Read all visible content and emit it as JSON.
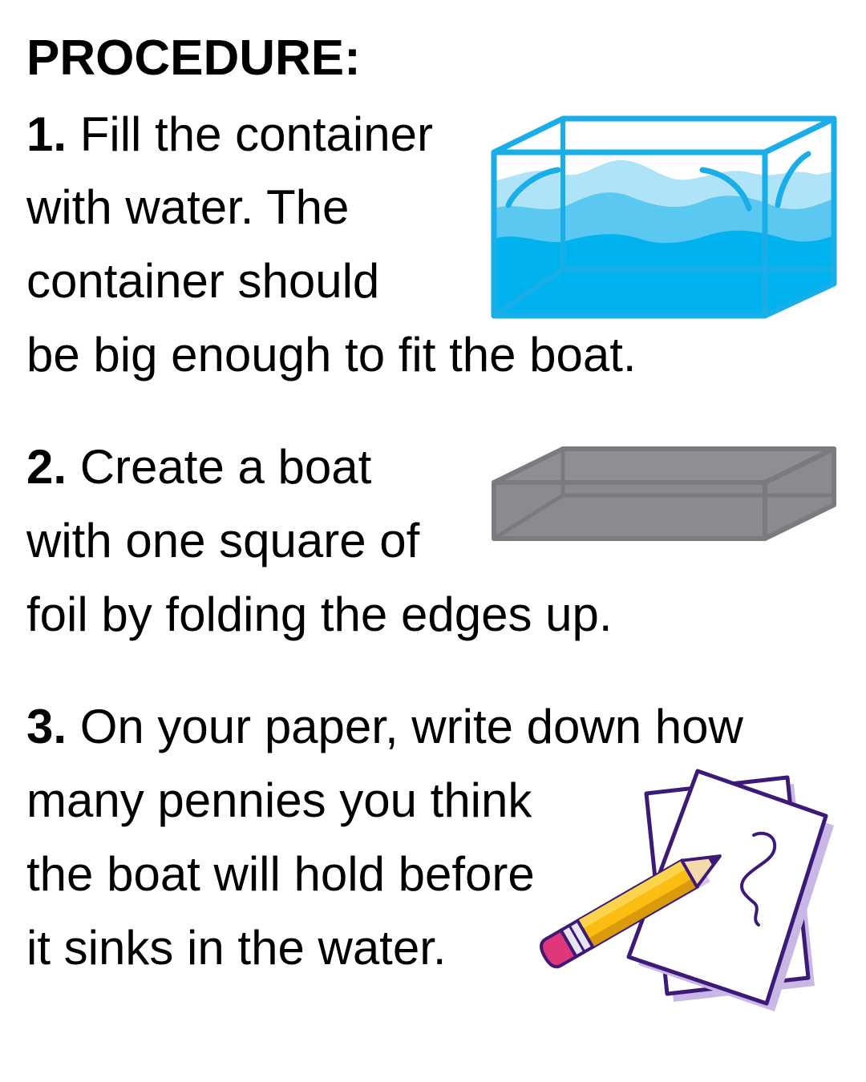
{
  "title": "PROCEDURE:",
  "steps": [
    {
      "number": "1.",
      "lines": [
        "Fill the container",
        "with water. The",
        "container should",
        "be big enough to fit the boat."
      ],
      "illustration": "water-container-icon"
    },
    {
      "number": "2.",
      "lines": [
        "Create a boat",
        "with one square of",
        "foil by folding the edges up."
      ],
      "illustration": "foil-boat-icon"
    },
    {
      "number": "3.",
      "lines": [
        "On your paper, write down how",
        "many pennies you think",
        "the boat will hold before",
        "it sinks in the water."
      ],
      "illustration": "paper-pencil-icon"
    }
  ],
  "colors": {
    "text": "#000000",
    "water_outline": "#1aaee9",
    "water_light": "#aee3f8",
    "water_mid": "#5bc8f2",
    "water_dark": "#00b2ee",
    "foil_fill": "#8a8b8f",
    "foil_outline": "#7a7b80",
    "paper_outline": "#3d1a78",
    "pencil_body": "#fbbd12",
    "eraser": "#e0377a"
  }
}
